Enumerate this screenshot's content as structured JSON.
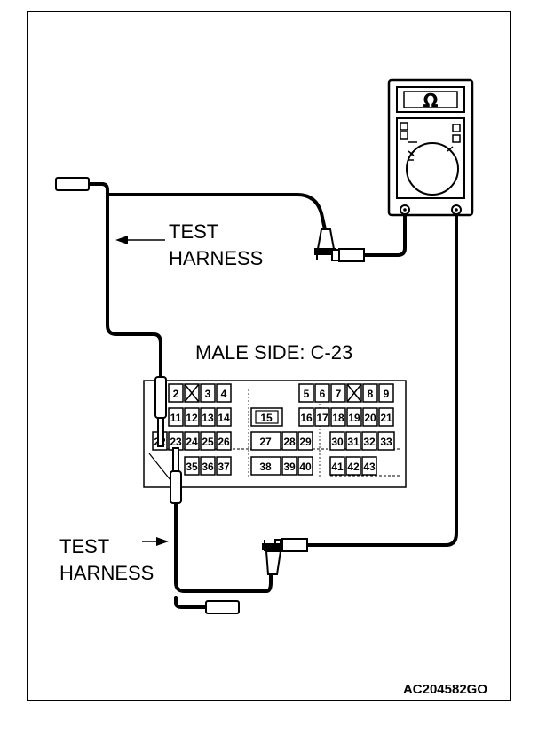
{
  "labels": {
    "test_harness_top": [
      "TEST",
      "HARNESS"
    ],
    "test_harness_bottom": [
      "TEST",
      "HARNESS"
    ],
    "connector_title": "MALE SIDE: C-23",
    "figure_code": "AC204582GO"
  },
  "meter": {
    "display_symbol": "Ω",
    "icon": "ohmmeter-icon"
  },
  "connector": {
    "row1": [
      "2",
      "3",
      "4",
      "5",
      "6",
      "7",
      "8",
      "9"
    ],
    "row2": [
      "11",
      "12",
      "13",
      "14",
      "15",
      "16",
      "17",
      "18",
      "19",
      "20",
      "21"
    ],
    "row3": [
      "22",
      "23",
      "24",
      "25",
      "26",
      "27",
      "28",
      "29",
      "30",
      "31",
      "32",
      "33"
    ],
    "row4": [
      "35",
      "36",
      "37",
      "38",
      "39",
      "40",
      "41",
      "42",
      "43"
    ]
  }
}
